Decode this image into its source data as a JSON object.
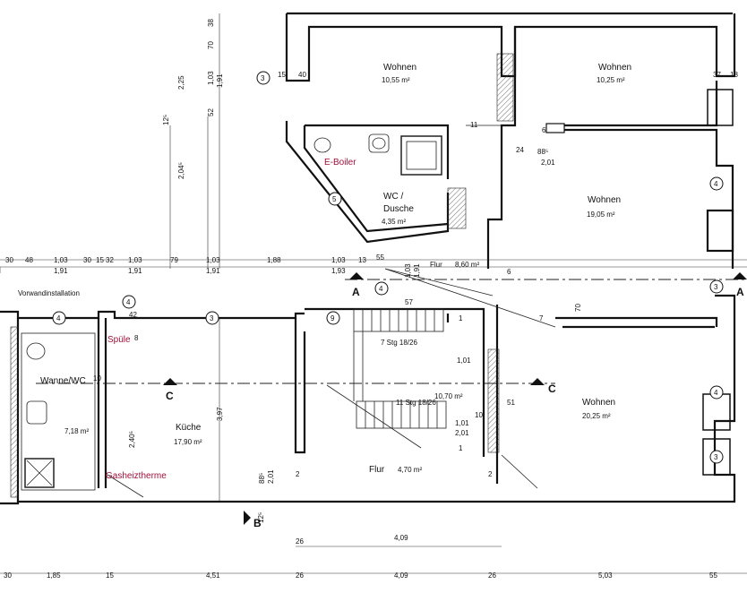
{
  "rooms": {
    "wohnen_1": {
      "name": "Wohnen",
      "area": "10,55 m²"
    },
    "wohnen_2": {
      "name": "Wohnen",
      "area": "10,25 m²"
    },
    "wohnen_3": {
      "name": "Wohnen",
      "area": "19,05 m²"
    },
    "wohnen_4": {
      "name": "Wohnen",
      "area": "20,25 m²"
    },
    "wc_dusche": {
      "name_1": "WC /",
      "name_2": "Dusche",
      "area": "4,35 m²"
    },
    "wanne_wc": {
      "name": "Wanne/WC",
      "area": "7,18 m²"
    },
    "kueche": {
      "name": "Küche",
      "area": "17,90 m²"
    },
    "flur_top": {
      "name": "Flur",
      "area": "8,60 m²"
    },
    "flur_bottom": {
      "name": "Flur",
      "area": "4,70 m²"
    },
    "stair_room": {
      "area": "10,70 m²"
    }
  },
  "annotations": {
    "e_boiler": "E-Boiler",
    "spuele": "Spüle",
    "gasheiztherme": "Gasheiztherme",
    "vorwand": "Vorwandinstallation",
    "stairs_upper": "7 Stg 18/26",
    "stairs_lower": "11 Stg 18/26"
  },
  "section_marks": {
    "a": "A",
    "b": "B",
    "c": "C"
  },
  "markers": [
    "3",
    "4",
    "5",
    "6",
    "7",
    "9",
    "10",
    "11",
    "1",
    "2"
  ],
  "dimensions": {
    "left_top_chain": [
      "38",
      "70",
      "2,25",
      "1,03",
      "1,91",
      "52",
      "12⁵",
      "2,04⁵"
    ],
    "row_top": [
      "30",
      "48",
      "1,03",
      "30",
      "15",
      "32",
      "1,03",
      "79",
      "1,03",
      "1,88",
      "1,03",
      "13",
      "55"
    ],
    "row_top_sub": [
      "1,91",
      "1,91",
      "1,91",
      "1,93"
    ],
    "bottom_chain": [
      "30",
      "1,85",
      "15",
      "4,51",
      "26",
      "4,09",
      "26",
      "5,03",
      "55"
    ],
    "bottom_upper": [
      "26",
      "4,09"
    ],
    "misc": [
      "15",
      "40",
      "37",
      "18",
      "24",
      "88⁵",
      "2,01",
      "1,01",
      "1,01",
      "2,01",
      "51",
      "10",
      "3,97",
      "2,40⁵",
      "2,01",
      "88⁵",
      "8",
      "42",
      "57",
      "70",
      "1,03",
      "1,91",
      "12⁵"
    ]
  }
}
